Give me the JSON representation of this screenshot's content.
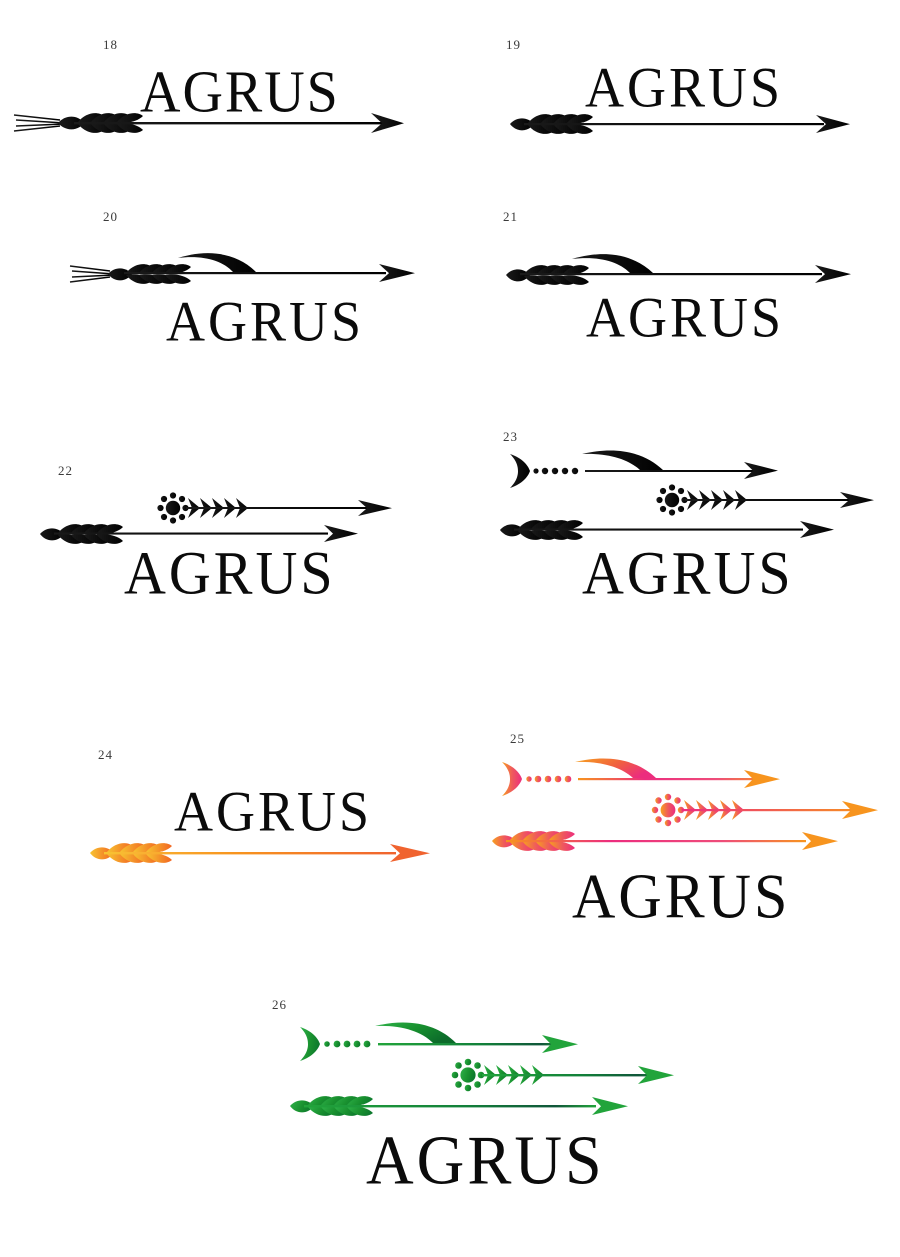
{
  "sheet": {
    "brand": "AGRUS",
    "background": "#ffffff",
    "ink": "#0b0b0b",
    "number_color": "#3a3a3a"
  },
  "palettes": {
    "black": {
      "name": "black",
      "from": "#1a1a1a",
      "mid": "#111111",
      "to": "#000000"
    },
    "gold_orange": {
      "name": "gold-orange",
      "from": "#F7C331",
      "mid": "#F7941E",
      "to": "#F0632F"
    },
    "orange_magenta": {
      "name": "orange-magenta",
      "from": "#F7941E",
      "mid": "#EC2D7E",
      "to": "#F7941E"
    },
    "green": {
      "name": "green",
      "from": "#22A43B",
      "mid": "#0E7A2E",
      "to": "#10563A"
    }
  },
  "concepts": [
    {
      "number": "18",
      "layout": "text-above-single-arrow",
      "wordmark": "AGRUS",
      "palette": "black",
      "arrows": [
        {
          "nock": "wheat",
          "speed_lines": true,
          "swoosh": false,
          "fletch": "wheat",
          "tip": "barbed"
        }
      ]
    },
    {
      "number": "19",
      "layout": "text-above-single-arrow",
      "wordmark": "AGRUS",
      "palette": "black",
      "arrows": [
        {
          "nock": "wheat",
          "speed_lines": false,
          "swoosh": false,
          "fletch": "wheat",
          "tip": "barbed"
        }
      ]
    },
    {
      "number": "20",
      "layout": "arrow-above-text",
      "wordmark": "AGRUS",
      "palette": "black",
      "arrows": [
        {
          "nock": "wheat",
          "speed_lines": true,
          "swoosh": true,
          "fletch": "wheat",
          "tip": "barbed"
        }
      ]
    },
    {
      "number": "21",
      "layout": "arrow-above-text",
      "wordmark": "AGRUS",
      "palette": "black",
      "arrows": [
        {
          "nock": "wheat",
          "speed_lines": false,
          "swoosh": true,
          "fletch": "wheat",
          "tip": "barbed"
        }
      ]
    },
    {
      "number": "22",
      "layout": "two-arrows-above-text",
      "wordmark": "AGRUS",
      "palette": "black",
      "arrows": [
        {
          "nock": "sun",
          "speed_lines": false,
          "swoosh": false,
          "fletch": "chevron",
          "tip": "barbed"
        },
        {
          "nock": "wheat",
          "speed_lines": false,
          "swoosh": false,
          "fletch": "wheat",
          "tip": "barbed"
        }
      ]
    },
    {
      "number": "23",
      "layout": "three-arrows-above-text",
      "wordmark": "AGRUS",
      "palette": "black",
      "arrows": [
        {
          "nock": "tulip",
          "speed_lines": false,
          "swoosh": true,
          "fletch": "dots",
          "tip": "barbed"
        },
        {
          "nock": "sun",
          "speed_lines": false,
          "swoosh": false,
          "fletch": "chevron",
          "tip": "barbed"
        },
        {
          "nock": "wheat",
          "speed_lines": false,
          "swoosh": false,
          "fletch": "wheat",
          "tip": "barbed"
        }
      ]
    },
    {
      "number": "24",
      "layout": "text-above-single-arrow",
      "wordmark": "AGRUS",
      "palette": "gold_orange",
      "arrows": [
        {
          "nock": "wheat",
          "speed_lines": false,
          "swoosh": false,
          "fletch": "wheat",
          "tip": "barbed"
        }
      ]
    },
    {
      "number": "25",
      "layout": "three-arrows-above-text",
      "wordmark": "AGRUS",
      "palette": "orange_magenta",
      "arrows": [
        {
          "nock": "tulip",
          "speed_lines": false,
          "swoosh": true,
          "fletch": "dots",
          "tip": "barbed"
        },
        {
          "nock": "sun",
          "speed_lines": false,
          "swoosh": false,
          "fletch": "chevron",
          "tip": "barbed"
        },
        {
          "nock": "wheat",
          "speed_lines": false,
          "swoosh": false,
          "fletch": "wheat",
          "tip": "barbed"
        }
      ]
    },
    {
      "number": "26",
      "layout": "three-arrows-above-text",
      "wordmark": "AGRUS",
      "palette": "green",
      "arrows": [
        {
          "nock": "tulip",
          "speed_lines": false,
          "swoosh": true,
          "fletch": "dots",
          "tip": "barbed"
        },
        {
          "nock": "sun",
          "speed_lines": false,
          "swoosh": false,
          "fletch": "chevron",
          "tip": "barbed"
        },
        {
          "nock": "wheat",
          "speed_lines": false,
          "swoosh": false,
          "fletch": "wheat",
          "tip": "barbed"
        }
      ]
    }
  ]
}
